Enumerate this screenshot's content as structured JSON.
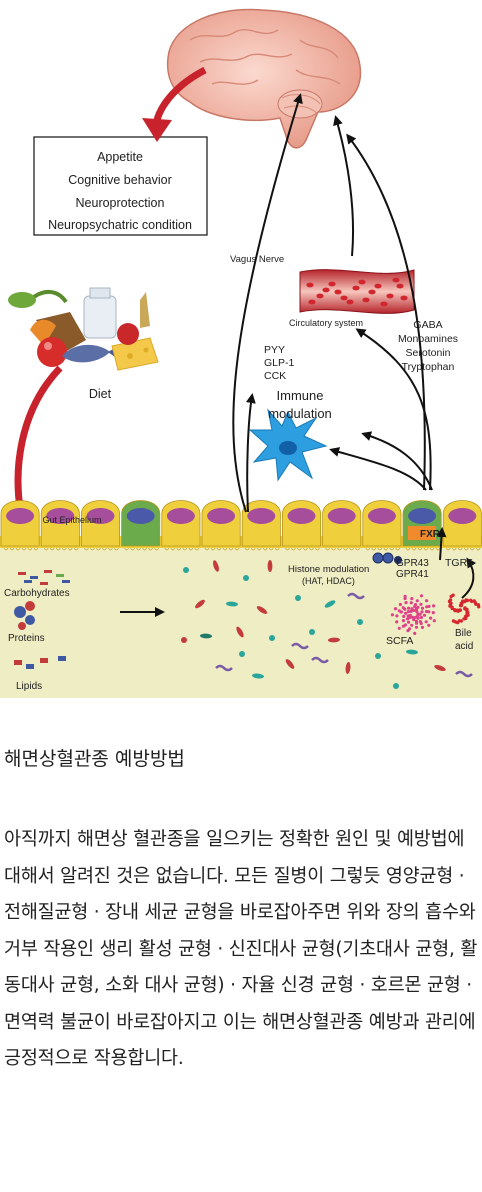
{
  "figure": {
    "brain_effects": [
      "Appetite",
      "Cognitive behavior",
      "Neuroprotection",
      "Neuropsychatric condition"
    ],
    "vagus_nerve": "Vagus Nerve",
    "circulatory_system": "Circulatory system",
    "neurotransmitters": [
      "GABA",
      "Monoamines",
      "Serotonin",
      "Tryptophan"
    ],
    "hormones": [
      "PYY",
      "GLP-1",
      "CCK"
    ],
    "immune_modulation": [
      "Immune",
      "modulation"
    ],
    "diet": "Diet",
    "gut_epithelium": "Gut Epithelium",
    "nutrients": [
      "Carbohydrates",
      "Proteins",
      "Lipids"
    ],
    "histone_modulation": [
      "Histone modulation",
      "(HAT, HDAC)"
    ],
    "receptors": [
      "GPR43",
      "GPR41"
    ],
    "fxr": "FXR",
    "tgr5": "TGR5",
    "scfa": "SCFA",
    "bile_acid": [
      "Bile",
      "acid"
    ]
  },
  "article": {
    "heading": "해면상혈관종 예방방법",
    "body": "아직까지 해면상 혈관종을 일으키는 정확한 원인 및 예방법에 대해서 알려진 것은 없습니다.  모든 질병이 그렇듯 영양균형 · 전해질균형 · 장내 세균 균형을 바로잡아주면 위와 장의 흡수와 거부 작용인 생리 활성 균형 · 신진대사 균형(기초대사 균형, 활동대사 균형, 소화 대사 균형) · 자율 신경 균형 · 호르몬 균형 · 면역력 불균이 바로잡아지고 이는 해면상혈관종 예방과 관리에 긍정적으로 작용합니다."
  },
  "colors": {
    "red_arrow": "#c8232c",
    "gut_band": "#eeedc4",
    "villi_yellow": "#f0cf3c",
    "epithelium_purple": "#a64d9b",
    "brain_pink": "#f1b8a9",
    "immune_blue": "#2d9ee0",
    "green_cell": "#6cab4c"
  }
}
